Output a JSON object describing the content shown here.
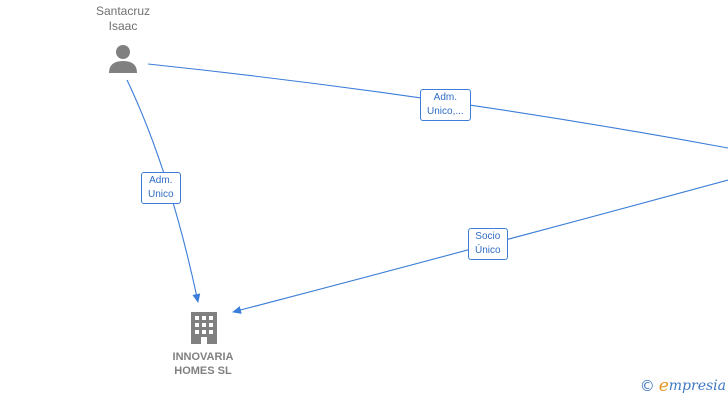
{
  "nodes": {
    "person": {
      "label": "Santacruz\nIsaac"
    },
    "company": {
      "label": "INNOVARIA\nHOMES  SL"
    }
  },
  "edges": [
    {
      "label": "Adm.\nUnico,..."
    },
    {
      "label": "Adm.\nUnico"
    },
    {
      "label": "Socio\nÚnico"
    }
  ],
  "brand": {
    "copyright": "©",
    "first_letter": "e",
    "rest": "mpresia"
  },
  "colors": {
    "edge": "#3b7dd8",
    "node_icon": "#808080",
    "brand_accent": "#e8951d"
  }
}
